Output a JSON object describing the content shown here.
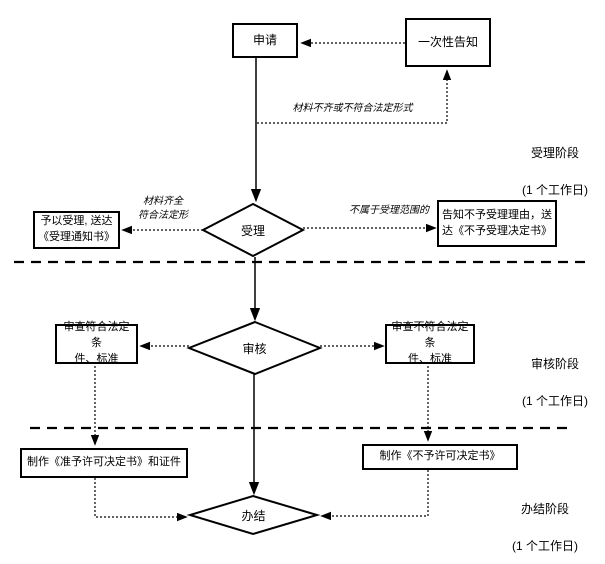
{
  "diagram": {
    "nodes": {
      "apply": "申请",
      "one_time_notice": "一次性告知",
      "accept": "受理",
      "grant_accept": "予以受理, 送达\n《受理通知书》",
      "reject_accept": "告知不予受理理由，送达《不予受理决定书》",
      "review": "审核",
      "review_pass": "审查符合法定条\n件、标准",
      "review_fail": "审查不符合法定条\n件、标准",
      "make_license": "制作《准予许可决定书》和证件",
      "make_denial": "制作《不予许可决定书》",
      "close": "办结"
    },
    "edge_labels": {
      "incomplete": "材料不齐或不符合法定形式",
      "complete": "材料齐全\n符合法定形",
      "out_of_scope": "不属于受理范围的"
    },
    "stages": [
      {
        "name": "受理阶段",
        "duration": "(1 个工作日)"
      },
      {
        "name": "审核阶段",
        "duration": "(1 个工作日)"
      },
      {
        "name": "办结阶段",
        "duration": "(1 个工作日)"
      }
    ],
    "colors": {
      "line": "#000000",
      "background": "#ffffff"
    }
  }
}
